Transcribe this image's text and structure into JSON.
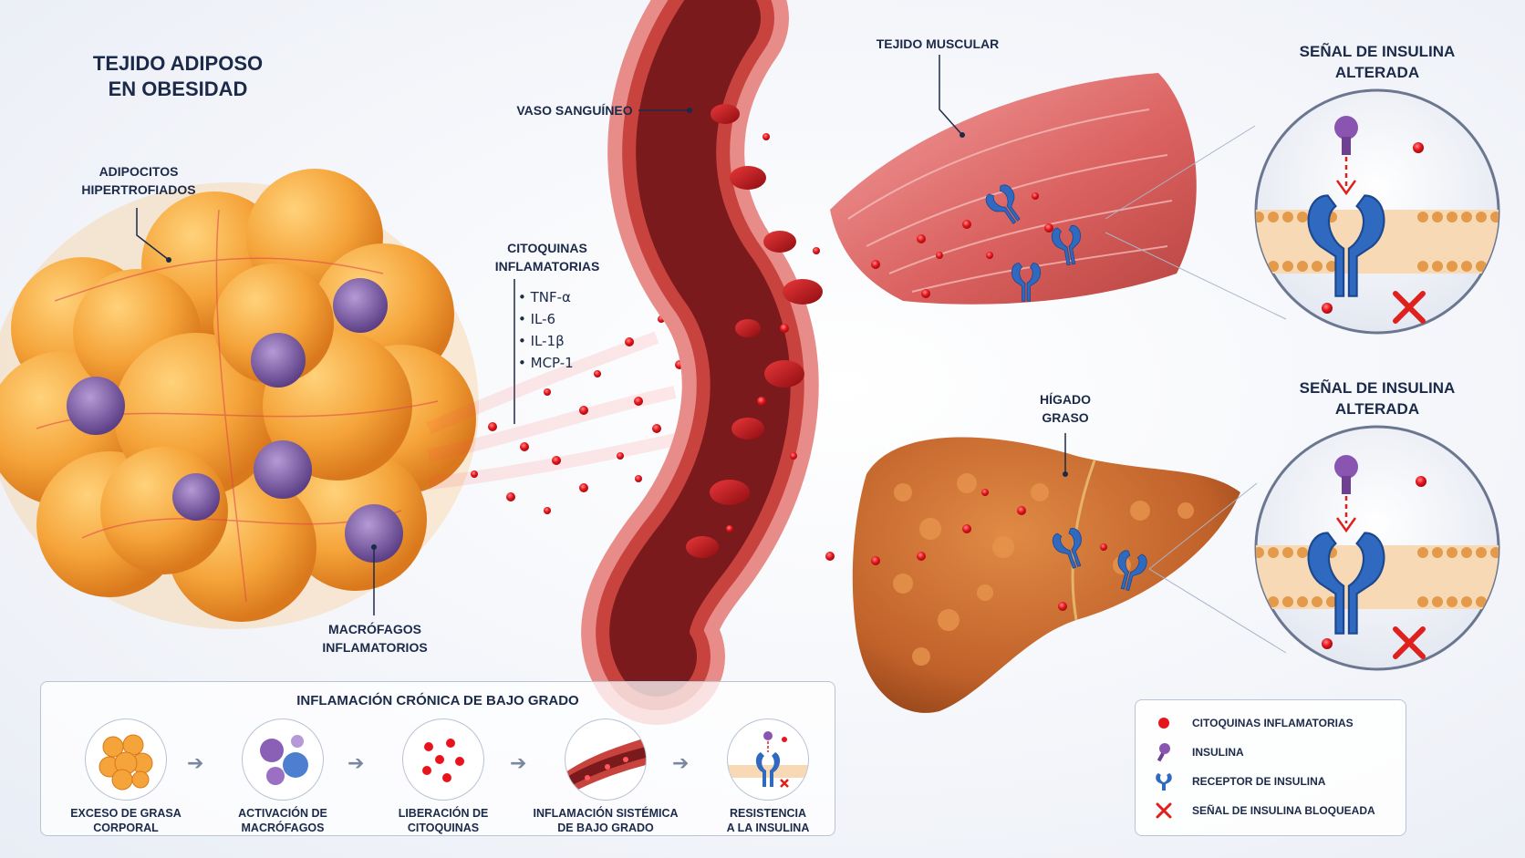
{
  "labels": {
    "adipose_title": "TEJIDO ADIPOSO\nEN OBESIDAD",
    "adipocytes": "ADIPOCITOS\nHIPERTROFIADOS",
    "macrophages": "MACRÓFAGOS\nINFLAMATORIOS",
    "cytokines": "CITOQUINAS\nINFLAMATORIAS",
    "blood_vessel": "VASO SANGUÍNEO",
    "muscle": "TEJIDO MUSCULAR",
    "liver": "HÍGADO\nGRASO",
    "insulin_signal_top": "SEÑAL DE INSULINA\nALTERADA",
    "insulin_signal_bottom": "SEÑAL DE INSULINA\nALTERADA"
  },
  "cytokine_list": [
    "TNF-α",
    "IL-6",
    "IL-1β",
    "MCP-1"
  ],
  "process": {
    "title": "INFLAMACIÓN CRÓNICA DE BAJO GRADO",
    "steps": [
      {
        "label": "EXCESO DE GRASA\nCORPORAL",
        "icon": "fat-cluster-icon"
      },
      {
        "label": "ACTIVACIÓN DE\nMACRÓFAGOS",
        "icon": "macrophage-icon"
      },
      {
        "label": "LIBERACIÓN DE\nCITOQUINAS",
        "icon": "cytokine-release-icon"
      },
      {
        "label": "INFLAMACIÓN SISTÉMICA\nDE BAJO GRADO",
        "icon": "vessel-icon"
      },
      {
        "label": "RESISTENCIA\nA LA INSULINA",
        "icon": "receptor-icon"
      }
    ],
    "arrow": "➔"
  },
  "legend": [
    {
      "label": "CITOQUINAS INFLAMATORIAS",
      "icon": "red-dot-icon"
    },
    {
      "label": "INSULINA",
      "icon": "insulin-icon"
    },
    {
      "label": "RECEPTOR DE INSULINA",
      "icon": "receptor-icon"
    },
    {
      "label": "SEÑAL DE INSULINA BLOQUEADA",
      "icon": "red-x-icon"
    }
  ],
  "colors": {
    "cytokine": "#e8141c",
    "insulin": "#8a55b0",
    "receptor": "#2f69c0",
    "blocked": "#e0201c",
    "fat": "#f5a43a",
    "vessel": "#c9433e",
    "liver": "#c96a2c",
    "text": "#1c2a4a"
  }
}
